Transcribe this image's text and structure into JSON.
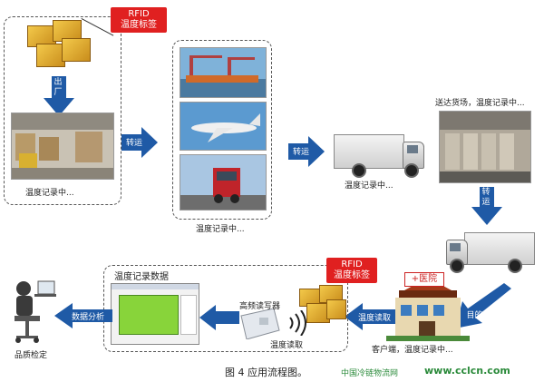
{
  "colors": {
    "arrow": "#1f5aa6",
    "rfid": "#e02020",
    "screen_green": "#88d43a"
  },
  "rfid_top": {
    "line1": "RFID",
    "line2": "温度标签"
  },
  "rfid_bottom": {
    "line1": "RFID",
    "line2": "温度标签"
  },
  "step_warehouse": {
    "out_label": "出厂",
    "recording": "温度记录中..."
  },
  "step_transfer": {
    "arrow_label": "转运",
    "recording": "温度记录中..."
  },
  "step_truck": {
    "arrow_label": "转运",
    "recording": "温度记录中..."
  },
  "step_cargo_yard": {
    "title": "送达货场，温度记录中...",
    "arrow_label": "转运"
  },
  "step_destination": {
    "arrow_label": "目的地",
    "hospital": "+医院",
    "client_label": "客户端，温度记录中..."
  },
  "reader": {
    "arrow_label": "温度读取",
    "reader_label": "高频读写器",
    "read_label": "温度读取"
  },
  "data": {
    "title": "温度记录数据",
    "arrow_label": "数据分析"
  },
  "quality": {
    "label": "品质检定"
  },
  "caption": {
    "text": "图 4  应用流程图。"
  },
  "watermark": {
    "site": "中国冷链物流网",
    "url": "www.cclcn.com"
  }
}
